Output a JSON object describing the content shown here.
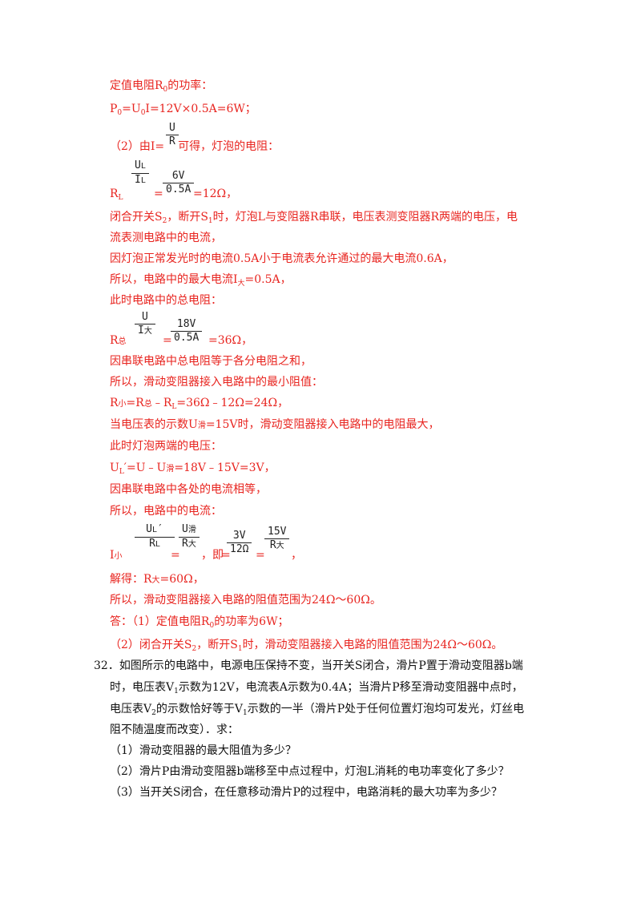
{
  "solution": {
    "l1": "定值电阻R",
    "l1_sub": "0",
    "l1_end": "的功率：",
    "l2_a": "P",
    "l2_s1": "0",
    "l2_b": "=U",
    "l2_s2": "0",
    "l2_c": "I=12V×0.5A=6W；",
    "f_ohm_num": "U",
    "f_ohm_den": "R",
    "l3_a": "（2）由I=",
    "l3_b": "可得，灯泡的电阻：",
    "f_rl1_num": "U",
    "f_rl1_num_sub": "L",
    "f_rl1_den": "I",
    "f_rl1_den_sub": "L",
    "f_rl2_num": "6V",
    "f_rl2_den": "0.5A",
    "l4_a": "R",
    "l4_sub": "L",
    "l4_b": "=",
    "l4_c": "=12Ω，",
    "l5_a": "闭合开关S",
    "l5_s1": "2",
    "l5_b": "，断开S",
    "l5_s2": "1",
    "l5_c": "时，灯泡L与变阻器R串联，电压表测变阻器R两端的电压，电",
    "l6": "流表测电路中的电流，",
    "l7": "因灯泡正常发光时的电流0.5A小于电流表允许通过的最大电流0.6A，",
    "l8_a": "所以，电路中的最大电流I",
    "l8_sub": "大",
    "l8_b": "=0.5A，",
    "l9": "此时电路中的总电阻：",
    "f_rt1_num": "U",
    "f_rt1_den": "I",
    "f_rt1_den_sub": "大",
    "f_rt2_num": "18V",
    "f_rt2_den": "0.5A",
    "l10_a": "R",
    "l10_sub": "总",
    "l10_b": "=",
    "l10_c": "=36Ω，",
    "l11": "因串联电路中总电阻等于各分电阻之和，",
    "l12": "所以，滑动变阻器接入电路中的最小阻值：",
    "l13_a": "R",
    "l13_s1": "小",
    "l13_b": "=R",
    "l13_s2": "总",
    "l13_c": "﹣R",
    "l13_s3": "L",
    "l13_d": "=36Ω﹣12Ω=24Ω，",
    "l14_a": "当电压表的示数U",
    "l14_sub": "滑",
    "l14_b": "=15V时，滑动变阻器接入电路中的电阻最大，",
    "l15": "此时灯泡两端的电压：",
    "l16_a": "U",
    "l16_sub": "L",
    "l16_b": "′=U﹣U",
    "l16_sub2": "滑",
    "l16_c": "=18V﹣15V=3V，",
    "l17": "因串联电路中各处的电流相等，",
    "l18": "所以，电路中的电流：",
    "f_i1_num": "U",
    "f_i1_num_sub": "L",
    "f_i1_num_prime": "′",
    "f_i1_den": "R",
    "f_i1_den_sub": "L",
    "f_i2_num": "U",
    "f_i2_num_sub": "滑",
    "f_i2_den": "R",
    "f_i2_den_sub": "大",
    "f_i3_num": "3V",
    "f_i3_den": "12Ω",
    "f_i4_num": "15V",
    "f_i4_den": "R",
    "f_i4_den_sub": "大",
    "l19_a": "I",
    "l19_sub": "小",
    "l19_b": "=",
    "l19_c": "=",
    "l19_d": "，即",
    "l19_e": "=",
    "l19_f": "，",
    "l20_a": "解得：R",
    "l20_sub": "大",
    "l20_b": "=60Ω，",
    "l21": "所以，滑动变阻器接入电路的阻值范围为24Ω～60Ω。",
    "l22_a": "答：（1）定值电阻R",
    "l22_sub": "0",
    "l22_b": "的功率为6W；",
    "l23_a": "（2）闭合开关S",
    "l23_s1": "2",
    "l23_b": "，断开S",
    "l23_s2": "1",
    "l23_c": "时，滑动变阻器接入电路的阻值范围为24Ω～60Ω。"
  },
  "question": {
    "q1": "32．如图所示的电路中，电源电压保持不变，当开关S闭合，滑片P置于滑动变阻器b端",
    "q2_a": "时，电压表V",
    "q2_s1": "1",
    "q2_b": "示数为12V，电流表A示数为0.4A；当滑片P移至滑动变阻器中点时，",
    "q3_a": "电压表V",
    "q3_s1": "2",
    "q3_b": "的示数恰好等于V",
    "q3_s2": "1",
    "q3_c": "示数的一半（滑片P处于任何位置灯泡均可发光，灯丝电",
    "q4": "阻不随温度而改变）．求：",
    "q5": "（1）滑动变阻器的最大阻值为多少？",
    "q6": "（2）滑片P由滑动变阻器b端移至中点过程中，灯泡L消耗的电功率变化了多少？",
    "q7": "（3）当开关S闭合，在任意移动滑片P的过程中，电路消耗的最大功率为多少？"
  }
}
